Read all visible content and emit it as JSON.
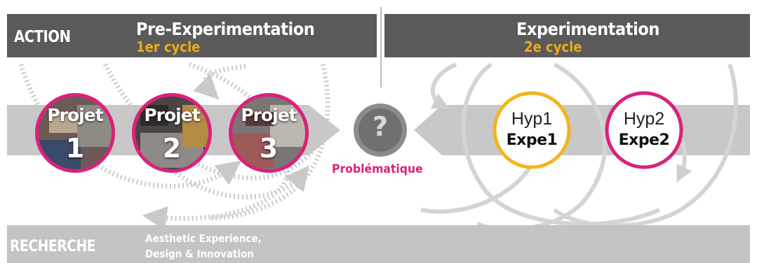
{
  "action": {
    "label": "ACTION"
  },
  "phases": [
    {
      "title": "Pre-Experimentation",
      "subtitle": "1er cycle"
    },
    {
      "title": "Experimentation",
      "subtitle": "2e cycle"
    }
  ],
  "projects": [
    {
      "word": "Projet",
      "number": "1"
    },
    {
      "word": "Projet",
      "number": "2"
    },
    {
      "word": "Projet",
      "number": "3"
    }
  ],
  "problem": {
    "symbol": "?",
    "label": "Problématique"
  },
  "hypotheses": [
    {
      "line1": "Hyp1",
      "line2": "Expe1",
      "ring_color": "#f2b51c"
    },
    {
      "line1": "Hyp2",
      "line2": "Expe2",
      "ring_color": "#d9227a"
    }
  ],
  "research": {
    "label": "RECHERCHE",
    "topic_line1": "Aesthetic Experience,",
    "topic_line2": "Design & Innovation"
  },
  "colors": {
    "top_band": "#5a5a5a",
    "bottom_band": "#c4c4c4",
    "middle_band": "#c8c8c8",
    "accent_orange": "#f2a818",
    "accent_magenta": "#d9227a",
    "problem_circle": "#707070"
  }
}
